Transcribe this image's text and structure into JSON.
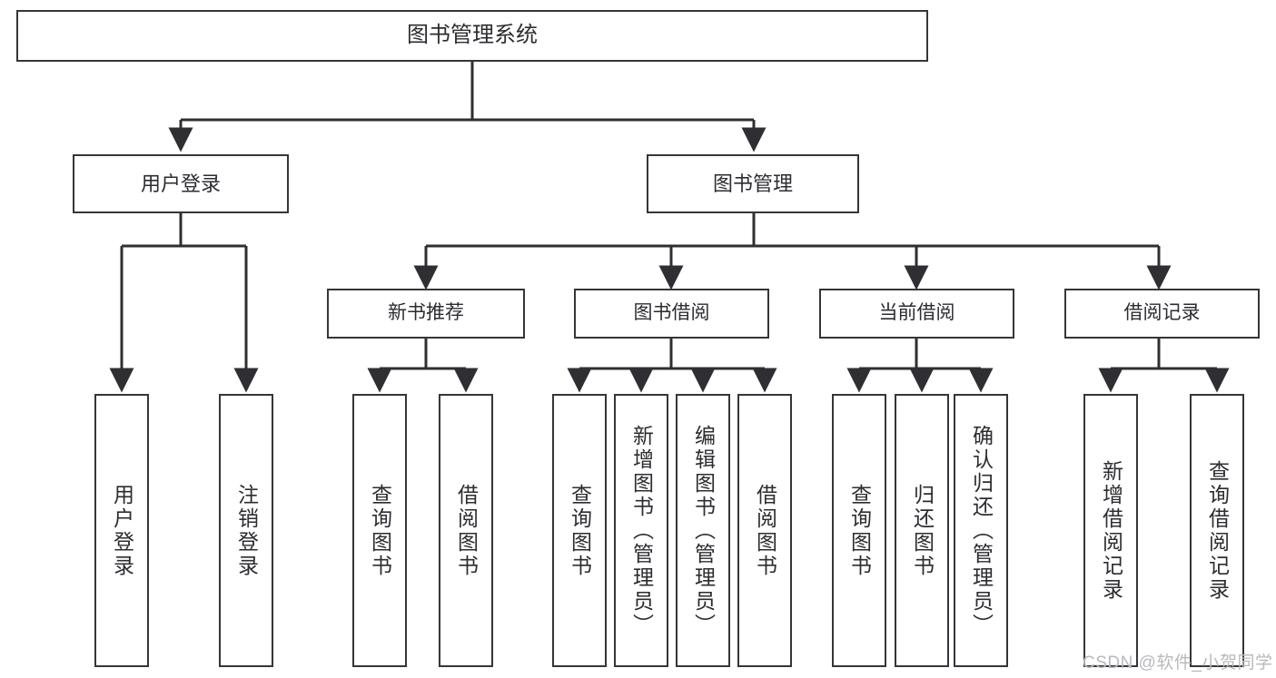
{
  "diagram": {
    "title": "图书管理系统",
    "type": "tree-hierarchy-diagram",
    "watermark": "CSDN @软件_小贺同学",
    "colors": {
      "box_border": "#35353a",
      "box_fill": "#ffffff",
      "edge": "#2f2f33",
      "text": "#2c2c31",
      "watermark": "#b9b9bd",
      "background": "#ffffff"
    },
    "root": {
      "label": "图书管理系统"
    },
    "level2": [
      {
        "label": "用户登录"
      },
      {
        "label": "图书管理"
      }
    ],
    "level3": [
      {
        "label": "新书推荐"
      },
      {
        "label": "图书借阅"
      },
      {
        "label": "当前借阅"
      },
      {
        "label": "借阅记录"
      }
    ],
    "leaves": {
      "user_login": [
        {
          "label": "用户登录"
        },
        {
          "label": "注销登录"
        }
      ],
      "new_book_recommend": [
        {
          "label": "查询图书"
        },
        {
          "label": "借阅图书"
        }
      ],
      "book_borrow": [
        {
          "label": "查询图书"
        },
        {
          "label": "新增图书（管理员）"
        },
        {
          "label": "编辑图书（管理员）"
        },
        {
          "label": "借阅图书"
        }
      ],
      "current_borrow": [
        {
          "label": "查询图书"
        },
        {
          "label": "归还图书"
        },
        {
          "label": "确认归还（管理员）"
        }
      ],
      "borrow_record": [
        {
          "label": "新增借阅记录"
        },
        {
          "label": "查询借阅记录"
        }
      ]
    }
  }
}
